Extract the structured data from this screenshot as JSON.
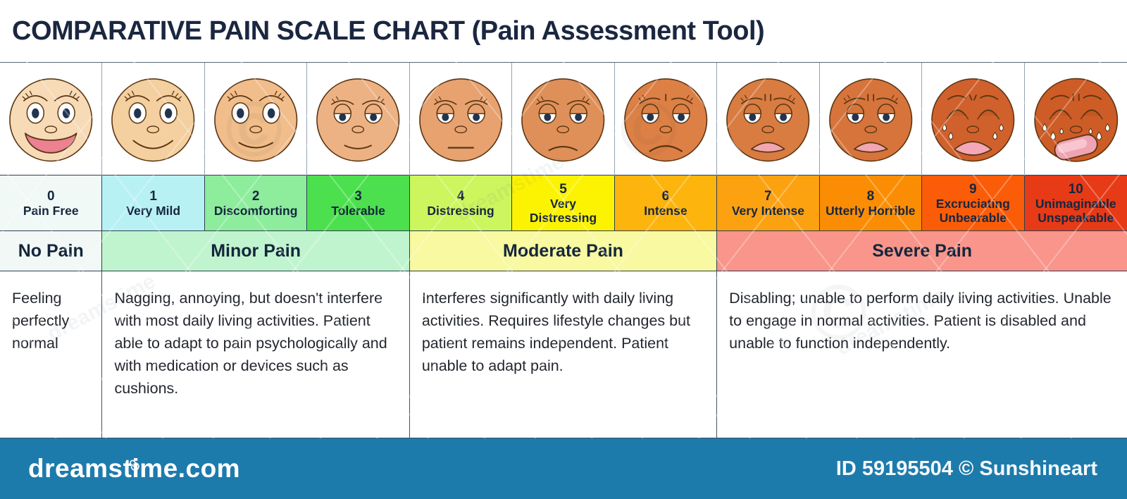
{
  "title": "COMPARATIVE PAIN SCALE CHART (Pain Assessment Tool)",
  "watermark": {
    "brand": "dreamstime",
    "symbol": "©"
  },
  "footer": {
    "logo": "dreamstime.com",
    "credit": "ID 59195504 © Sunshineart"
  },
  "colors": {
    "title_text": "#1b2740",
    "footer_bar": "#1d7bac",
    "label_text": "#16263f"
  },
  "scale": [
    {
      "value": "0",
      "name": "Pain Free",
      "cell_color": "#f1f9f6",
      "skin": "#f7dab6",
      "expression": {
        "brows": "high",
        "eyes": "open",
        "mouth": "big-smile",
        "marks": "none",
        "tears": 0
      }
    },
    {
      "value": "1",
      "name": "Very Mild",
      "cell_color": "#b8f1f4",
      "skin": "#f4cf9f",
      "expression": {
        "brows": "high",
        "eyes": "open",
        "mouth": "smile",
        "marks": "none",
        "tears": 0
      }
    },
    {
      "value": "2",
      "name": "Discomforting",
      "cell_color": "#8ded9c",
      "skin": "#f0bd8b",
      "expression": {
        "brows": "high",
        "eyes": "open",
        "mouth": "slight-smile",
        "marks": "none",
        "tears": 0
      }
    },
    {
      "value": "3",
      "name": "Tolerable",
      "cell_color": "#4ce04e",
      "skin": "#edb284",
      "expression": {
        "brows": "low",
        "eyes": "lidded",
        "mouth": "small-smile",
        "marks": "none",
        "tears": 0
      }
    },
    {
      "value": "4",
      "name": "Distressing",
      "cell_color": "#cdf55e",
      "skin": "#e7a270",
      "expression": {
        "brows": "low",
        "eyes": "lidded",
        "mouth": "flat",
        "marks": "none",
        "tears": 0
      }
    },
    {
      "value": "5",
      "name": "Very Distressing",
      "cell_color": "#fcf303",
      "skin": "#df9058",
      "expression": {
        "brows": "low",
        "eyes": "lidded",
        "mouth": "slight-frown",
        "marks": "none",
        "tears": 0
      }
    },
    {
      "value": "6",
      "name": "Intense",
      "cell_color": "#fdb40c",
      "skin": "#dd8046",
      "expression": {
        "brows": "sad",
        "eyes": "lidded",
        "mouth": "frown",
        "marks": "|",
        "tears": 0
      }
    },
    {
      "value": "7",
      "name": "Very Intense",
      "cell_color": "#fca211",
      "skin": "#d97c42",
      "expression": {
        "brows": "sad",
        "eyes": "lidded",
        "mouth": "open-frown",
        "marks": "||",
        "tears": 0
      }
    },
    {
      "value": "8",
      "name": "Utterly Horrible",
      "cell_color": "#fb8d05",
      "skin": "#d6743c",
      "expression": {
        "brows": "sad",
        "eyes": "lidded",
        "mouth": "open-frown",
        "marks": "||",
        "tears": 0
      }
    },
    {
      "value": "9",
      "name": "Excruciating Unbearable",
      "cell_color": "#fb5c08",
      "skin": "#d0612c",
      "expression": {
        "brows": "knit",
        "eyes": "closed",
        "mouth": "open-frown-big",
        "marks": "crease",
        "tears": 2
      }
    },
    {
      "value": "10",
      "name": "Unimaginable Unspeakable",
      "cell_color": "#e73a17",
      "skin": "#ce5c26",
      "expression": {
        "brows": "knit",
        "eyes": "closed",
        "mouth": "cry-tongue",
        "marks": "||",
        "tears": 3
      }
    }
  ],
  "categories": [
    {
      "label": "No Pain",
      "span": 1,
      "color": "#f1f8f5",
      "description": "Feeling perfectly normal"
    },
    {
      "label": "Minor Pain",
      "span": 3,
      "color": "#c0f4ce",
      "description": "Nagging, annoying, but doesn't interfere with most daily living activities. Patient able to adapt to pain psychologically and with medication or devices such as cushions."
    },
    {
      "label": "Moderate Pain",
      "span": 3,
      "color": "#f8f9a0",
      "description": "Interferes significantly with daily living activities. Requires lifestyle changes but patient remains independent. Patient unable to adapt pain."
    },
    {
      "label": "Severe Pain",
      "span": 4,
      "color": "#f9958a",
      "description": "Disabling; unable to perform daily living activities. Unable to engage in normal activities. Patient is disabled and unable to function independently."
    }
  ]
}
